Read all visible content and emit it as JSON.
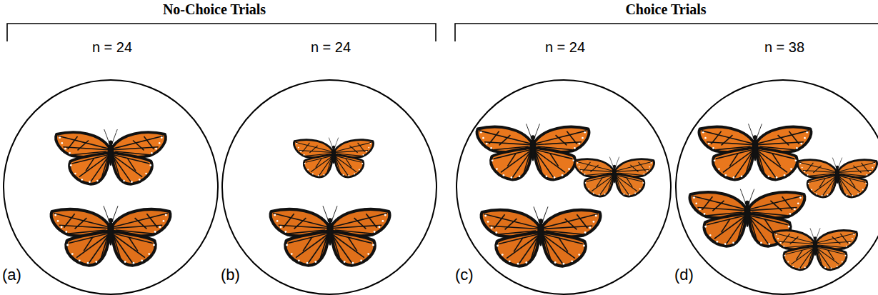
{
  "diagram": {
    "nodes": [
      {
        "text": [
          "n = 24",
          "(a)"
        ]
      },
      {
        "text": [
          "n = 24",
          "(b)"
        ]
      },
      {
        "text": [
          "n = 24",
          "(c)"
        ]
      },
      {
        "text": [
          "n = 38",
          "(d)"
        ]
      }
    ],
    "labels": [
      "No-Choice Trials",
      "Choice Trials"
    ]
  }
}
